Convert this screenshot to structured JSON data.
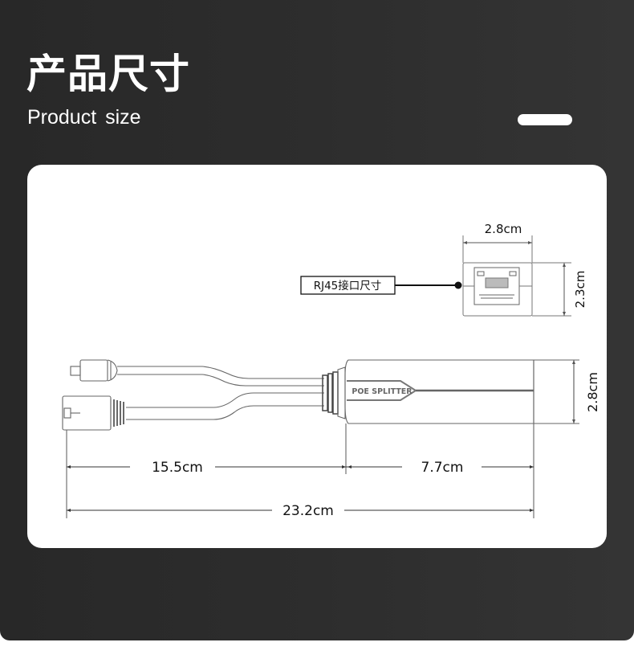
{
  "header": {
    "title_cn": "产品尺寸",
    "title_en": "Product size",
    "decoration": "pill-bar"
  },
  "colors": {
    "background": "#2b2b2b",
    "card": "#ffffff",
    "text_light": "#ffffff",
    "line": "#555555",
    "dimension_text": "#111111"
  },
  "diagram": {
    "product_label": "POE SPLITTER",
    "rj45_callout": {
      "label": "RJ45接口尺寸",
      "width": "2.8cm",
      "height": "2.3cm"
    },
    "dimensions": {
      "body_height": "2.8cm",
      "cable_length": "15.5cm",
      "body_length": "7.7cm",
      "total_length": "23.2cm"
    }
  }
}
